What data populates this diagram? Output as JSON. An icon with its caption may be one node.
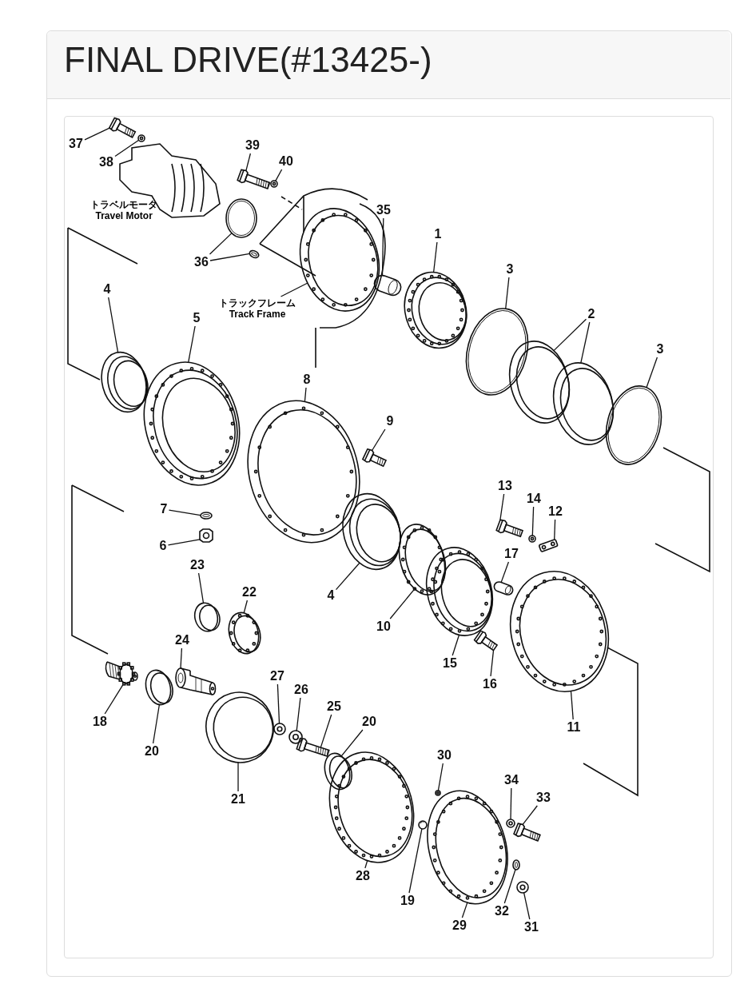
{
  "diagram": {
    "title": "FINAL DRIVE(#13425-)",
    "nodes": [
      {
        "text": [
          "37"
        ]
      },
      {
        "text": [
          "38"
        ]
      },
      {
        "text": [
          "39"
        ]
      },
      {
        "text": [
          "40"
        ]
      },
      {
        "text": [
          "35"
        ]
      },
      {
        "text": [
          "1"
        ]
      },
      {
        "text": [
          "36"
        ]
      },
      {
        "text": [
          "3"
        ]
      },
      {
        "text": [
          "トラックフレーム",
          "Track Frame"
        ]
      },
      {
        "text": [
          "2"
        ]
      },
      {
        "text": [
          "3"
        ]
      },
      {
        "text": [
          "4"
        ]
      },
      {
        "text": [
          "5"
        ]
      },
      {
        "text": [
          "8"
        ]
      },
      {
        "text": [
          "9"
        ]
      },
      {
        "text": [
          "13"
        ]
      },
      {
        "text": [
          "7"
        ]
      },
      {
        "text": [
          "14"
        ]
      },
      {
        "text": [
          "12"
        ]
      },
      {
        "text": [
          "6"
        ]
      },
      {
        "text": [
          "17"
        ]
      },
      {
        "text": [
          "23"
        ]
      },
      {
        "text": [
          "22"
        ]
      },
      {
        "text": [
          "4"
        ]
      },
      {
        "text": [
          "10"
        ]
      },
      {
        "text": [
          "24"
        ]
      },
      {
        "text": [
          "15"
        ]
      },
      {
        "text": [
          "16"
        ]
      },
      {
        "text": [
          "27"
        ]
      },
      {
        "text": [
          "26"
        ]
      },
      {
        "text": [
          "25"
        ]
      },
      {
        "text": [
          "18"
        ]
      },
      {
        "text": [
          "20"
        ]
      },
      {
        "text": [
          "20"
        ]
      },
      {
        "text": [
          "11"
        ]
      },
      {
        "text": [
          "21"
        ]
      },
      {
        "text": [
          "30"
        ]
      },
      {
        "text": [
          "34"
        ]
      },
      {
        "text": [
          "33"
        ]
      },
      {
        "text": [
          "28"
        ]
      },
      {
        "text": [
          "19"
        ]
      },
      {
        "text": [
          "32"
        ]
      },
      {
        "text": [
          "29"
        ]
      },
      {
        "text": [
          "31"
        ]
      },
      {
        "text": [],
        "shape": "picture"
      },
      {
        "text": [],
        "shape": "picture"
      },
      {
        "text": [],
        "shape": "picture"
      },
      {
        "text": [],
        "shape": "picture"
      },
      {
        "text": [],
        "shape": "picture"
      },
      {
        "text": [],
        "shape": "picture"
      },
      {
        "text": [],
        "shape": "picture"
      },
      {
        "text": [],
        "shape": "picture"
      },
      {
        "text": [],
        "shape": "picture"
      },
      {
        "text": [],
        "shape": "picture"
      },
      {
        "text": [],
        "shape": "picture"
      },
      {
        "text": [],
        "shape": "picture"
      },
      {
        "text": [],
        "shape": "picture"
      },
      {
        "text": [],
        "shape": "picture"
      },
      {
        "text": [],
        "shape": "picture"
      },
      {
        "text": [],
        "shape": "picture"
      },
      {
        "text": [],
        "shape": "picture"
      },
      {
        "text": [],
        "shape": "picture"
      },
      {
        "text": [],
        "shape": "picture"
      },
      {
        "text": [],
        "shape": "picture"
      },
      {
        "text": [],
        "shape": "picture"
      },
      {
        "text": [],
        "shape": "picture"
      },
      {
        "text": [],
        "shape": "picture"
      },
      {
        "text": [],
        "shape": "picture"
      },
      {
        "text": [],
        "shape": "picture"
      },
      {
        "text": [],
        "shape": "picture"
      },
      {
        "text": [],
        "shape": "picture"
      },
      {
        "text": [],
        "shape": "picture"
      },
      {
        "text": [],
        "shape": "picture"
      },
      {
        "text": [],
        "shape": "picture"
      },
      {
        "text": [],
        "shape": "picture"
      },
      {
        "text": [],
        "shape": "picture"
      },
      {
        "text": [],
        "shape": "picture"
      },
      {
        "text": [],
        "shape": "picture"
      },
      {
        "text": [],
        "shape": "picture"
      },
      {
        "text": [],
        "shape": "picture"
      },
      {
        "text": [],
        "shape": "picture"
      },
      {
        "text": [],
        "shape": "picture"
      },
      {
        "text": [],
        "shape": "picture"
      },
      {
        "text": [],
        "shape": "picture"
      },
      {
        "text": [],
        "shape": "picture"
      },
      {
        "text": [],
        "shape": "picture"
      },
      {
        "text": [],
        "shape": "picture"
      },
      {
        "text": [],
        "shape": "picture"
      },
      {
        "text": [],
        "shape": "picture"
      },
      {
        "text": [],
        "shape": "picture"
      }
    ],
    "edges": [
      {
        "from": 0,
        "to": 44,
        "arrow": "none"
      },
      {
        "from": 1,
        "to": 45,
        "arrow": "none"
      },
      {
        "from": 2,
        "to": 46,
        "arrow": "none"
      },
      {
        "from": 3,
        "to": 47,
        "arrow": "none"
      },
      {
        "from": 4,
        "to": 48,
        "arrow": "none"
      },
      {
        "from": 5,
        "to": 49,
        "arrow": "none"
      },
      {
        "from": 6,
        "to": 50,
        "arrow": "none"
      },
      {
        "from": 6,
        "to": 51,
        "arrow": "none"
      },
      {
        "from": 7,
        "to": 52,
        "arrow": "none"
      },
      {
        "from": 8,
        "to": 53,
        "arrow": "none"
      },
      {
        "from": 9,
        "to": 54,
        "arrow": "none"
      },
      {
        "from": 9,
        "to": 55,
        "arrow": "none"
      },
      {
        "from": 10,
        "to": 56,
        "arrow": "none"
      },
      {
        "from": 11,
        "to": 57,
        "arrow": "none"
      },
      {
        "from": 12,
        "to": 58,
        "arrow": "none"
      },
      {
        "from": 13,
        "to": 59,
        "arrow": "none"
      },
      {
        "from": 14,
        "to": 60,
        "arrow": "none"
      },
      {
        "from": 15,
        "to": 61,
        "arrow": "none"
      },
      {
        "from": 16,
        "to": 62,
        "arrow": "none"
      },
      {
        "from": 17,
        "to": 63,
        "arrow": "none"
      },
      {
        "from": 18,
        "to": 64,
        "arrow": "none"
      },
      {
        "from": 19,
        "to": 65,
        "arrow": "none"
      },
      {
        "from": 20,
        "to": 66,
        "arrow": "none"
      },
      {
        "from": 21,
        "to": 67,
        "arrow": "none"
      },
      {
        "from": 22,
        "to": 68,
        "arrow": "none"
      },
      {
        "from": 23,
        "to": 69,
        "arrow": "none"
      },
      {
        "from": 24,
        "to": 70,
        "arrow": "none"
      },
      {
        "from": 25,
        "to": 71,
        "arrow": "none"
      },
      {
        "from": 26,
        "to": 72,
        "arrow": "none"
      },
      {
        "from": 27,
        "to": 73,
        "arrow": "none"
      },
      {
        "from": 28,
        "to": 74,
        "arrow": "none"
      },
      {
        "from": 29,
        "to": 75,
        "arrow": "none"
      },
      {
        "from": 30,
        "to": 76,
        "arrow": "none"
      },
      {
        "from": 31,
        "to": 77,
        "arrow": "none"
      },
      {
        "from": 32,
        "to": 78,
        "arrow": "none"
      },
      {
        "from": 33,
        "to": 79,
        "arrow": "none"
      },
      {
        "from": 34,
        "to": 80,
        "arrow": "none"
      },
      {
        "from": 35,
        "to": 81,
        "arrow": "none"
      },
      {
        "from": 36,
        "to": 82,
        "arrow": "none"
      },
      {
        "from": 37,
        "to": 83,
        "arrow": "none"
      },
      {
        "from": 38,
        "to": 84,
        "arrow": "none"
      },
      {
        "from": 39,
        "to": 85,
        "arrow": "none"
      },
      {
        "from": 40,
        "to": 86,
        "arrow": "none"
      },
      {
        "from": 41,
        "to": 87,
        "arrow": "none"
      },
      {
        "from": 42,
        "to": 88,
        "arrow": "none"
      },
      {
        "from": 43,
        "to": 89,
        "arrow": "none"
      }
    ],
    "labels": [
      "トラベルモータ",
      "Travel Motor"
    ]
  }
}
